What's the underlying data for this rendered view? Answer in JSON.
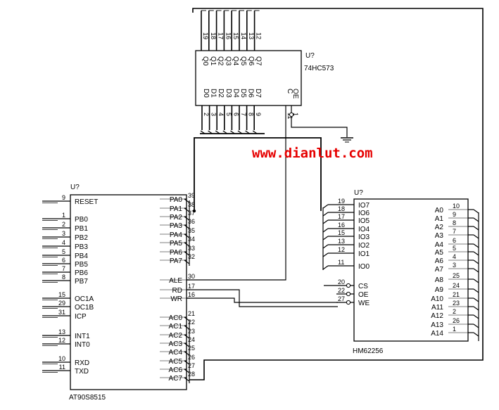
{
  "watermark": "www.dianlut.com",
  "u_mcu": {
    "ref": "U?",
    "part": "AT90S8515",
    "left_pins": [
      {
        "num": "9",
        "name": "RESET"
      },
      {
        "num": "1",
        "name": "PB0"
      },
      {
        "num": "2",
        "name": "PB1"
      },
      {
        "num": "3",
        "name": "PB2"
      },
      {
        "num": "4",
        "name": "PB3"
      },
      {
        "num": "5",
        "name": "PB4"
      },
      {
        "num": "6",
        "name": "PB5"
      },
      {
        "num": "7",
        "name": "PB6"
      },
      {
        "num": "8",
        "name": "PB7"
      },
      {
        "num": "15",
        "name": "OC1A"
      },
      {
        "num": "29",
        "name": "OC1B"
      },
      {
        "num": "31",
        "name": "ICP"
      },
      {
        "num": "13",
        "name": "INT1"
      },
      {
        "num": "12",
        "name": "INT0"
      },
      {
        "num": "10",
        "name": "RXD"
      },
      {
        "num": "11",
        "name": "TXD"
      }
    ],
    "right_pins": [
      {
        "num": "39",
        "name": "PA0"
      },
      {
        "num": "38",
        "name": "PA1"
      },
      {
        "num": "37",
        "name": "PA2"
      },
      {
        "num": "36",
        "name": "PA3"
      },
      {
        "num": "35",
        "name": "PA4"
      },
      {
        "num": "34",
        "name": "PA5"
      },
      {
        "num": "33",
        "name": "PA6"
      },
      {
        "num": "32",
        "name": "PA7"
      },
      {
        "num": "30",
        "name": "ALE"
      },
      {
        "num": "17",
        "name": "RD"
      },
      {
        "num": "16",
        "name": "WR"
      },
      {
        "num": "21",
        "name": "AC0"
      },
      {
        "num": "22",
        "name": "AC1"
      },
      {
        "num": "23",
        "name": "AC2"
      },
      {
        "num": "24",
        "name": "AC3"
      },
      {
        "num": "25",
        "name": "AC4"
      },
      {
        "num": "26",
        "name": "AC5"
      },
      {
        "num": "27",
        "name": "AC6"
      },
      {
        "num": "28",
        "name": "AC7"
      }
    ]
  },
  "u_latch": {
    "ref": "U?",
    "part": "74HC573",
    "top_pins": [
      {
        "num": "19",
        "name": "Q0"
      },
      {
        "num": "18",
        "name": "Q1"
      },
      {
        "num": "17",
        "name": "Q2"
      },
      {
        "num": "16",
        "name": "Q3"
      },
      {
        "num": "15",
        "name": "Q4"
      },
      {
        "num": "14",
        "name": "Q5"
      },
      {
        "num": "13",
        "name": "Q6"
      },
      {
        "num": "12",
        "name": "Q7"
      }
    ],
    "bottom_pins": [
      {
        "num": "2",
        "name": "D0"
      },
      {
        "num": "3",
        "name": "D1"
      },
      {
        "num": "4",
        "name": "D2"
      },
      {
        "num": "5",
        "name": "D3"
      },
      {
        "num": "6",
        "name": "D4"
      },
      {
        "num": "7",
        "name": "D5"
      },
      {
        "num": "8",
        "name": "D6"
      },
      {
        "num": "9",
        "name": "D7"
      },
      {
        "num": "11",
        "name": "C"
      },
      {
        "num": "1",
        "name": "OE"
      }
    ]
  },
  "u_ram": {
    "ref": "U?",
    "part": "HM62256",
    "left_pins": [
      {
        "num": "19",
        "name": "IO7"
      },
      {
        "num": "18",
        "name": "IO6"
      },
      {
        "num": "17",
        "name": "IO5"
      },
      {
        "num": "16",
        "name": "IO4"
      },
      {
        "num": "15",
        "name": "IO3"
      },
      {
        "num": "13",
        "name": "IO2"
      },
      {
        "num": "12",
        "name": "IO1"
      },
      {
        "num": "11",
        "name": "IO0"
      },
      {
        "num": "20",
        "name": "CS"
      },
      {
        "num": "22",
        "name": "OE"
      },
      {
        "num": "27",
        "name": "WE"
      }
    ],
    "right_pins": [
      {
        "num": "10",
        "name": "A0"
      },
      {
        "num": "9",
        "name": "A1"
      },
      {
        "num": "8",
        "name": "A2"
      },
      {
        "num": "7",
        "name": "A3"
      },
      {
        "num": "6",
        "name": "A4"
      },
      {
        "num": "5",
        "name": "A5"
      },
      {
        "num": "4",
        "name": "A6"
      },
      {
        "num": "3",
        "name": "A7"
      },
      {
        "num": "25",
        "name": "A8"
      },
      {
        "num": "24",
        "name": "A9"
      },
      {
        "num": "21",
        "name": "A10"
      },
      {
        "num": "23",
        "name": "A11"
      },
      {
        "num": "2",
        "name": "A12"
      },
      {
        "num": "26",
        "name": "A13"
      },
      {
        "num": "1",
        "name": "A14"
      }
    ]
  }
}
